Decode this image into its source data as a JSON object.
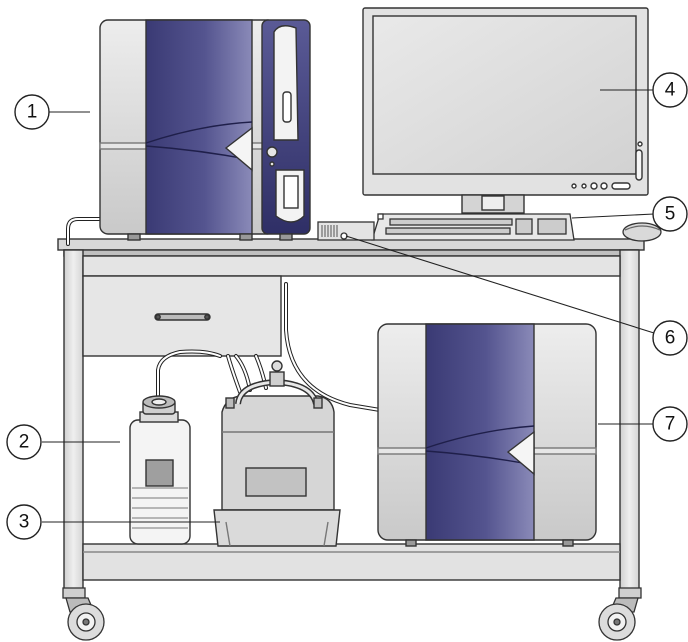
{
  "callouts": [
    {
      "label": "1"
    },
    {
      "label": "2"
    },
    {
      "label": "3"
    },
    {
      "label": "4"
    },
    {
      "label": "5"
    },
    {
      "label": "6"
    },
    {
      "label": "7"
    }
  ],
  "colors": {
    "line": "#333333",
    "body_light": "#f4f4f4",
    "body_mid": "#dcdcdc",
    "body_dark": "#bdbdbd",
    "accent_purple": "#4a4a86",
    "accent_purple_dark": "#2e2e63",
    "accent_purple_light": "#7a7ab0"
  }
}
